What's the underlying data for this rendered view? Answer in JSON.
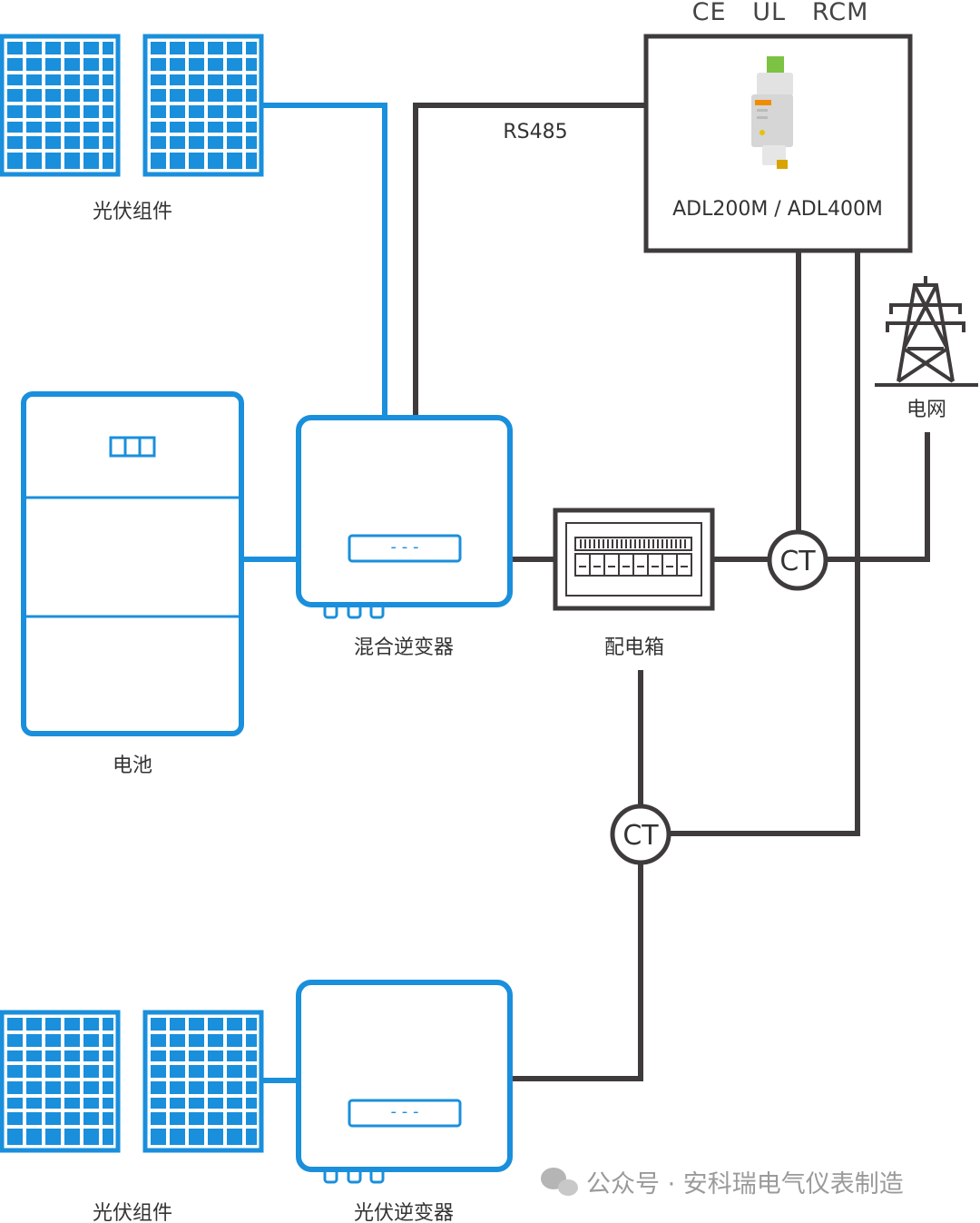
{
  "labels": {
    "pv_modules_top": "光伏组件",
    "pv_modules_bottom": "光伏组件",
    "battery": "电池",
    "hybrid_inverter": "混合逆变器",
    "distribution_box": "配电箱",
    "pv_inverter": "光伏逆变器",
    "grid": "电网",
    "rs485": "RS485",
    "ct_top": "CT",
    "ct_bottom": "CT",
    "certifications": "CE   UL   RCM",
    "meter_model": "ADL200M / ADL400M",
    "inverter_display": "- - -",
    "watermark": "公众号 · 安科瑞电气仪表制造"
  },
  "colors": {
    "pv_blue": "#1a8fdc",
    "wire_gray": "#3f3b3c",
    "text": "#333333",
    "watermark": "#9a9a9a"
  },
  "icons": {
    "solar_panel": "solar-panel-icon",
    "battery": "battery-icon",
    "inverter": "inverter-icon",
    "breaker_box": "distribution-box-icon",
    "meter": "din-rail-meter-icon",
    "tower": "transmission-tower-icon",
    "watermark": "wechat-icon"
  }
}
